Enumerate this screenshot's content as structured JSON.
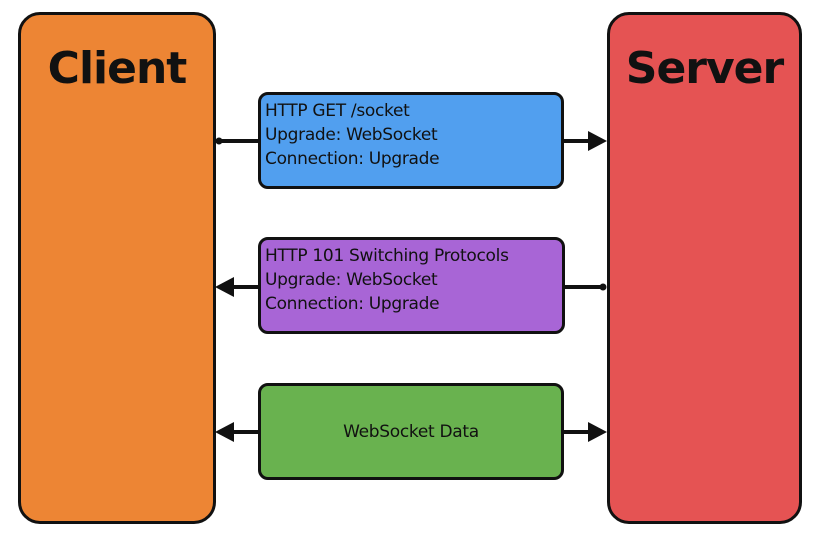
{
  "client": {
    "label": "Client",
    "color": "#ED8534"
  },
  "server": {
    "label": "Server",
    "color": "#E55353"
  },
  "messages": [
    {
      "lines": [
        "HTTP GET /socket",
        "Upgrade: WebSocket",
        "Connection: Upgrade"
      ],
      "color": "#519FEF",
      "direction": "client-to-server"
    },
    {
      "lines": [
        "HTTP 101 Switching Protocols",
        "Upgrade: WebSocket",
        "Connection: Upgrade"
      ],
      "color": "#A865D6",
      "direction": "server-to-client"
    },
    {
      "lines": [
        "WebSocket Data"
      ],
      "color": "#69B24F",
      "direction": "bidirectional"
    }
  ]
}
